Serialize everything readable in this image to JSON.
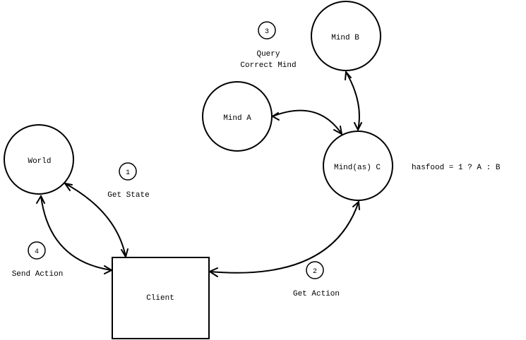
{
  "diagram": {
    "nodes": {
      "world": {
        "label": "World",
        "shape": "circle"
      },
      "client": {
        "label": "Client",
        "shape": "rectangle"
      },
      "mind_a": {
        "label": "Mind A",
        "shape": "circle"
      },
      "mind_b": {
        "label": "Mind B",
        "shape": "circle"
      },
      "mind_c": {
        "label": "Mind(as) C",
        "shape": "circle"
      }
    },
    "steps": [
      {
        "number": "1",
        "label": "Get State"
      },
      {
        "number": "2",
        "label": "Get Action"
      },
      {
        "number": "3",
        "label_line1": "Query",
        "label_line2": "Correct Mind"
      },
      {
        "number": "4",
        "label": "Send Action"
      }
    ],
    "annotation": "hasfood = 1 ? A : B",
    "edges": [
      {
        "from": "world",
        "to": "client",
        "step": "1",
        "bidirectional": true
      },
      {
        "from": "client",
        "to": "mind_c",
        "step": "2",
        "bidirectional": true
      },
      {
        "from": "mind_c",
        "to": "mind_a",
        "step": "3",
        "bidirectional": true
      },
      {
        "from": "mind_c",
        "to": "mind_b",
        "step": "3",
        "bidirectional": true
      },
      {
        "from": "client",
        "to": "world",
        "step": "4",
        "bidirectional": true
      }
    ]
  }
}
